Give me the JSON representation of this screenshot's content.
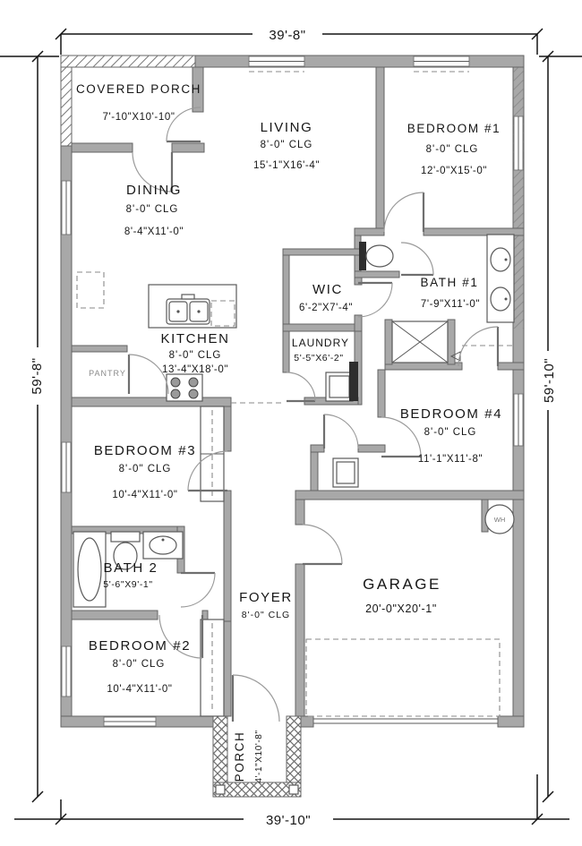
{
  "plan": {
    "dimensions": {
      "top": "39'-8\"",
      "bottom": "39'-10\"",
      "left": "59'-8\"",
      "right": "59'-10\""
    },
    "rooms": {
      "covered_porch": {
        "name": "COVERED PORCH",
        "size": "7'-10\"X10'-10\""
      },
      "living": {
        "name": "LIVING",
        "clg": "8'-0\" CLG",
        "size": "15'-1\"X16'-4\""
      },
      "bedroom1": {
        "name": "BEDROOM #1",
        "clg": "8'-0\" CLG",
        "size": "12'-0\"X15'-0\""
      },
      "dining": {
        "name": "DINING",
        "clg": "8'-0\" CLG",
        "size": "8'-4\"X11'-0\""
      },
      "wic": {
        "name": "WIC",
        "size": "6'-2\"X7'-4\""
      },
      "bath1": {
        "name": "BATH #1",
        "size": "7'-9\"X11'-0\""
      },
      "kitchen": {
        "name": "KITCHEN",
        "clg": "8'-0\" CLG",
        "size": "13'-4\"X18'-0\""
      },
      "pantry": {
        "name": "PANTRY"
      },
      "laundry": {
        "name": "LAUNDRY",
        "size": "5'-5\"X6'-2\""
      },
      "bedroom4": {
        "name": "BEDROOM #4",
        "clg": "8'-0\" CLG",
        "size": "11'-1\"X11'-8\""
      },
      "bedroom3": {
        "name": "BEDROOM #3",
        "clg": "8'-0\" CLG",
        "size": "10'-4\"X11'-0\""
      },
      "bath2": {
        "name": "BATH 2",
        "size": "5'-6\"X9'-1\""
      },
      "foyer": {
        "name": "FOYER",
        "clg": "8'-0\" CLG"
      },
      "garage": {
        "name": "GARAGE",
        "size": "20'-0\"X20'-1\""
      },
      "bedroom2": {
        "name": "BEDROOM #2",
        "clg": "8'-0\" CLG",
        "size": "10'-4\"X11'-0\""
      },
      "porch": {
        "name": "PORCH",
        "size": "4'-1\"X10'-8\""
      }
    },
    "labels": {
      "water_heater": "WH"
    },
    "colors": {
      "wall": "#a8a8a8",
      "line": "#141414",
      "door": "#9a9a9a"
    }
  }
}
